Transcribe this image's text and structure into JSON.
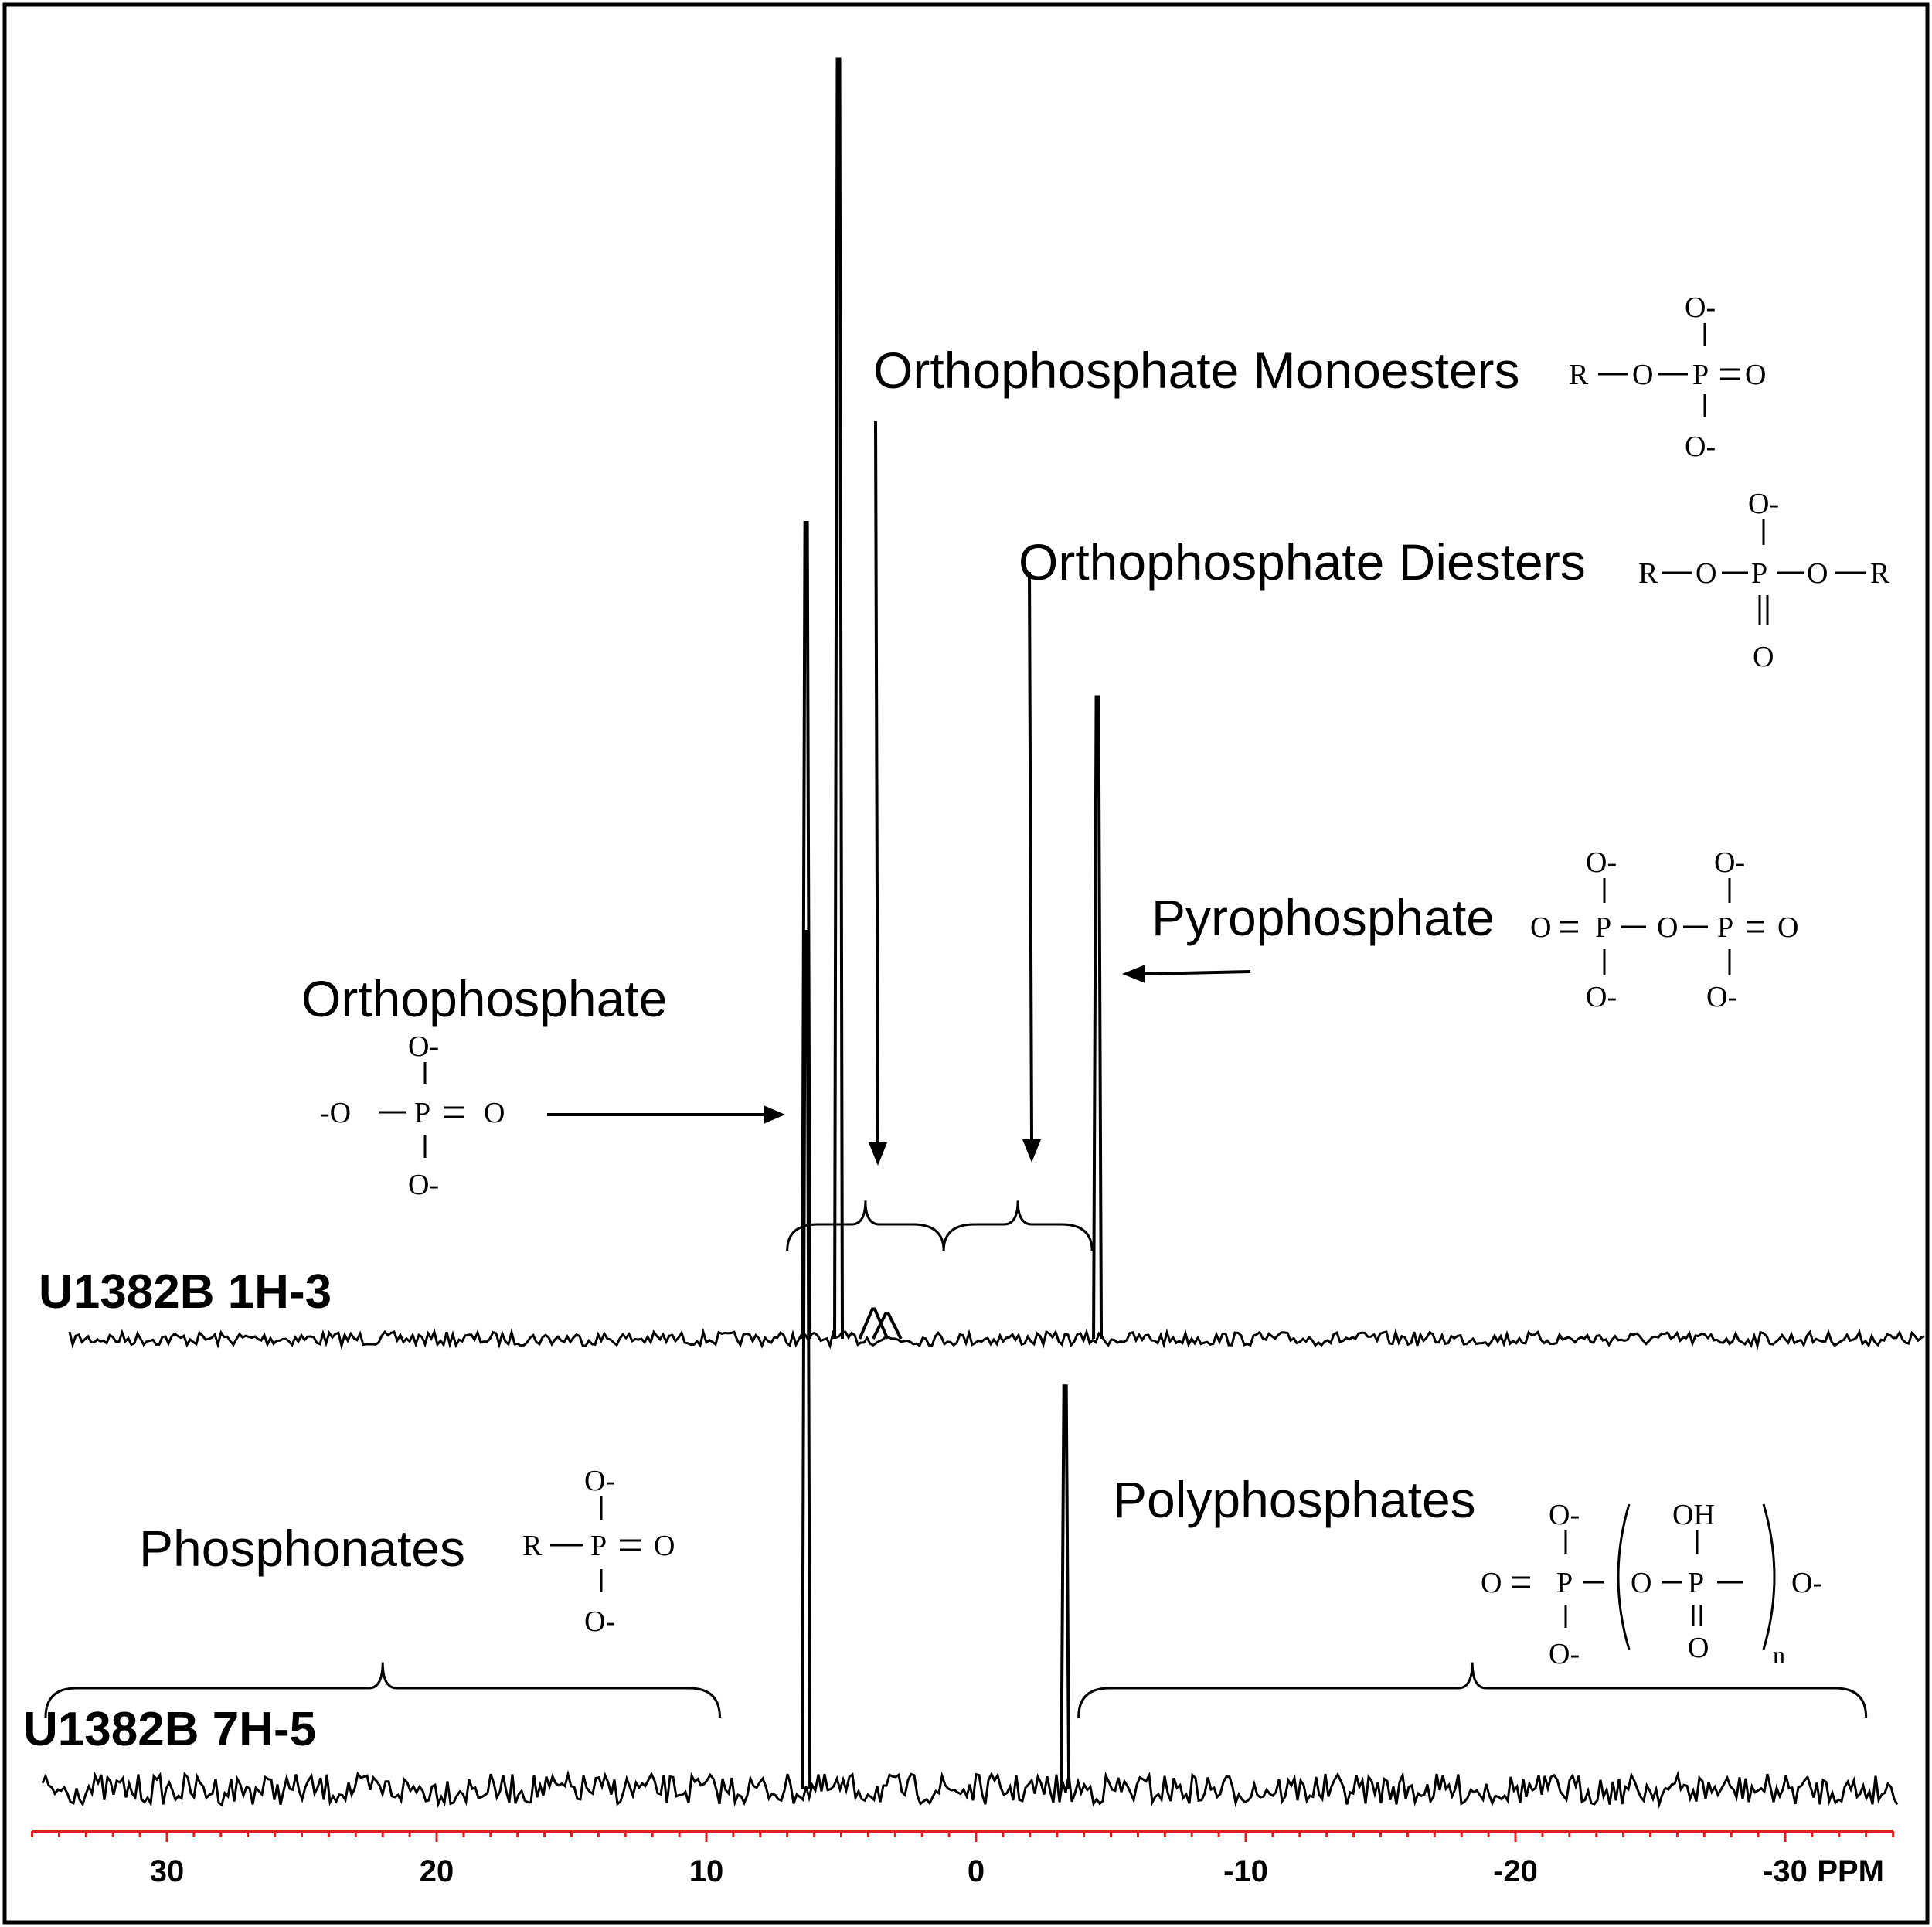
{
  "chart_data": {
    "type": "line",
    "xlabel": "PPM",
    "x_reversed": true,
    "xlim": [
      35,
      -34
    ],
    "xticks": [
      30,
      20,
      10,
      0,
      -10,
      -20,
      -30
    ],
    "xtick_labels": [
      "30",
      "20",
      "10",
      "0",
      "-10",
      "-20",
      "-30"
    ],
    "axis_color": "#e02020",
    "series": [
      {
        "name": "U1382B 1H-3",
        "peaks": [
          {
            "ppm": 6.3,
            "height": 0.96
          },
          {
            "ppm": 5.1,
            "height": 1.505
          },
          {
            "ppm": 3.8,
            "height": 0.035
          },
          {
            "ppm": 3.3,
            "height": 0.03
          },
          {
            "ppm": -4.5,
            "height": 0.755
          }
        ]
      },
      {
        "name": "U1382B 7H-5",
        "peaks": [
          {
            "ppm": 6.3,
            "height": 1.0
          },
          {
            "ppm": -3.3,
            "height": 0.47
          }
        ]
      }
    ],
    "annotations": [
      {
        "label": "Orthophosphate Monoesters",
        "formula": [
          "O-",
          "R",
          "O",
          "P",
          "O",
          "O-"
        ]
      },
      {
        "label": "Orthophosphate Diesters",
        "formula": [
          "O-",
          "R",
          "O",
          "P",
          "O",
          "R",
          "O"
        ]
      },
      {
        "label": "Pyrophosphate",
        "formula": [
          "O-",
          "O-",
          "O",
          "P",
          "O",
          "P",
          "O",
          "O-",
          "O-"
        ]
      },
      {
        "label": "Orthophosphate",
        "formula": [
          "O-",
          "-O",
          "P",
          "O",
          "O-"
        ]
      },
      {
        "label": "Phosphonates",
        "formula": [
          "O-",
          "R",
          "P",
          "O",
          "O-"
        ]
      },
      {
        "label": "Polyphosphates",
        "formula": [
          "O-",
          "OH",
          "O",
          "P",
          "O",
          "P",
          "O-",
          "O-",
          "O",
          "n"
        ]
      }
    ],
    "regions": [
      {
        "trace": "U1382B 7H-5",
        "label": "Phosphonates",
        "from_ppm": 34.5,
        "to_ppm": 9.5
      },
      {
        "trace": "U1382B 7H-5",
        "label": "Polyphosphates",
        "from_ppm": -3.8,
        "to_ppm": -33.0
      },
      {
        "trace": "U1382B 1H-3",
        "label": "Orthophosphate Monoesters",
        "from_ppm": 7.0,
        "to_ppm": 1.2
      },
      {
        "trace": "U1382B 1H-3",
        "label": "Orthophosphate Diesters",
        "from_ppm": 1.2,
        "to_ppm": -4.3
      }
    ]
  }
}
